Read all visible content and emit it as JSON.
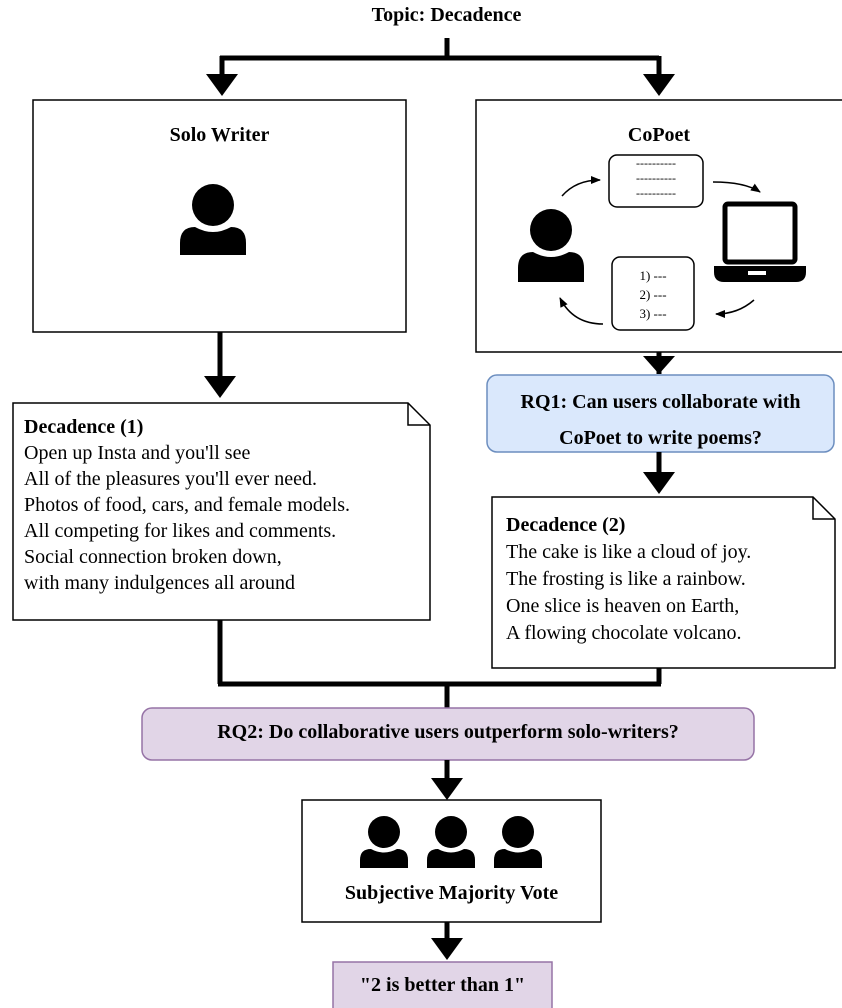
{
  "topic": "Topic: Decadence",
  "solo_writer": {
    "title": "Solo Writer"
  },
  "copoet": {
    "title": "CoPoet",
    "doc_lines": [
      "----------",
      "----------",
      "----------"
    ],
    "list_items": [
      "1) ---",
      "2) ---",
      "3) ---"
    ]
  },
  "rq1": {
    "line1": "RQ1: Can users collaborate with",
    "line2": "CoPoet to write poems?"
  },
  "poem1": {
    "title": "Decadence (1)",
    "lines": [
      "Open up Insta and you'll see",
      "All of the pleasures you'll ever need.",
      "Photos of food, cars, and female models.",
      "All competing for likes and comments.",
      "Social connection broken down,",
      "with many indulgences all around"
    ]
  },
  "poem2": {
    "title": "Decadence (2)",
    "lines": [
      "The cake is like a cloud of joy.",
      "The frosting is like a rainbow.",
      "One slice is heaven on Earth,",
      "A flowing chocolate volcano."
    ]
  },
  "rq2": {
    "text": "RQ2: Do collaborative users outperform solo-writers?"
  },
  "vote": {
    "label": "Subjective Majority Vote"
  },
  "conclusion": {
    "text": "\"2 is better than 1\""
  },
  "colors": {
    "rq1_fill": "#dae8fc",
    "rq1_stroke": "#6c8ebf",
    "rq2_fill": "#e1d5e7",
    "rq2_stroke": "#9673a6"
  }
}
